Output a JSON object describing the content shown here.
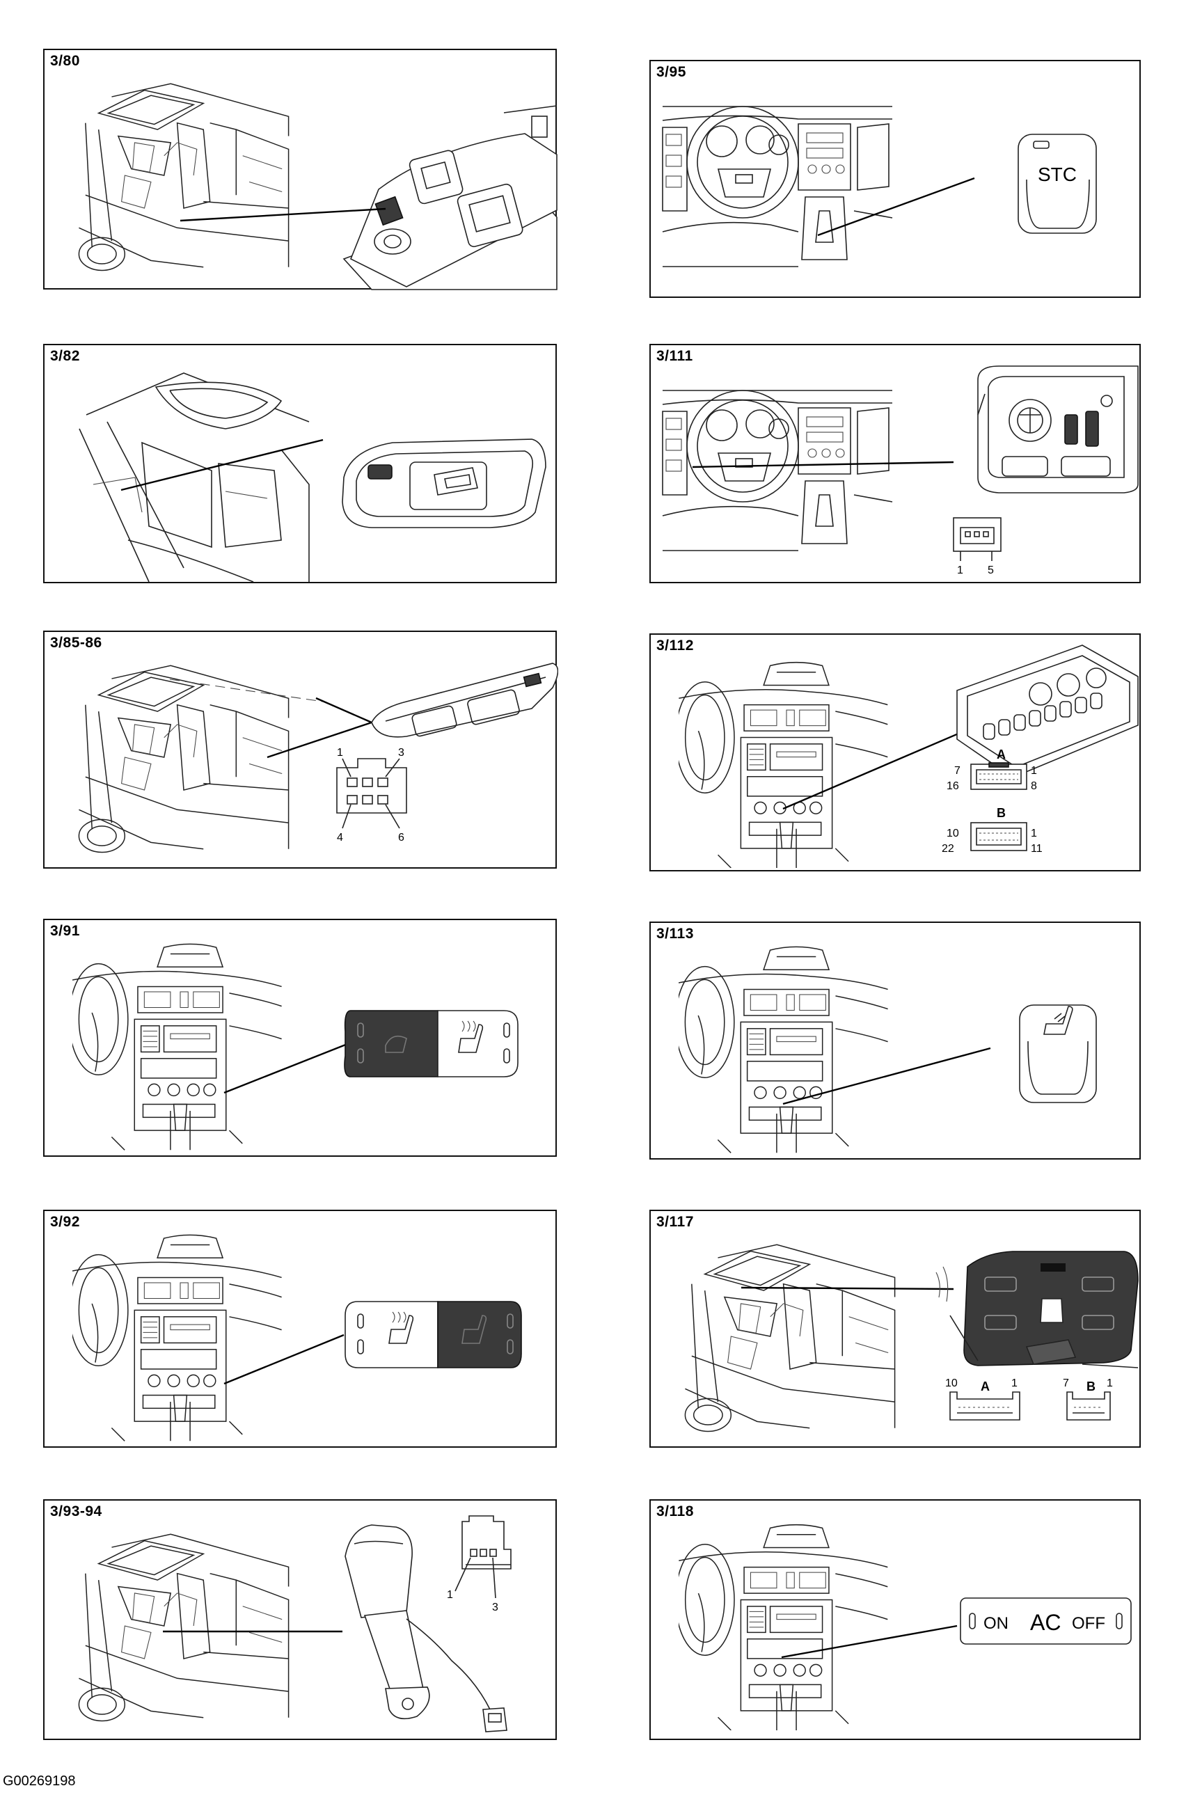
{
  "panels": [
    {
      "id": "3/80"
    },
    {
      "id": "3/95",
      "switch_text": "STC"
    },
    {
      "id": "3/82"
    },
    {
      "id": "3/111",
      "pins": [
        "1",
        "5"
      ]
    },
    {
      "id": "3/85-86",
      "pins": [
        "1",
        "3",
        "4",
        "6"
      ]
    },
    {
      "id": "3/112",
      "connector_a": {
        "letter": "A",
        "pins": [
          "7",
          "1",
          "16",
          "8"
        ]
      },
      "connector_b": {
        "letter": "B",
        "pins": [
          "10",
          "1",
          "22",
          "11"
        ]
      }
    },
    {
      "id": "3/91"
    },
    {
      "id": "3/113"
    },
    {
      "id": "3/92"
    },
    {
      "id": "3/117",
      "connector_a": {
        "letter": "A",
        "pins": [
          "10",
          "1"
        ]
      },
      "connector_b": {
        "letter": "B",
        "pins": [
          "7",
          "1"
        ]
      }
    },
    {
      "id": "3/93-94",
      "pins": [
        "1",
        "3"
      ]
    },
    {
      "id": "3/118",
      "switch_text": {
        "on": "ON",
        "ac": "AC",
        "off": "OFF"
      }
    }
  ],
  "footer_code": "G00269198"
}
